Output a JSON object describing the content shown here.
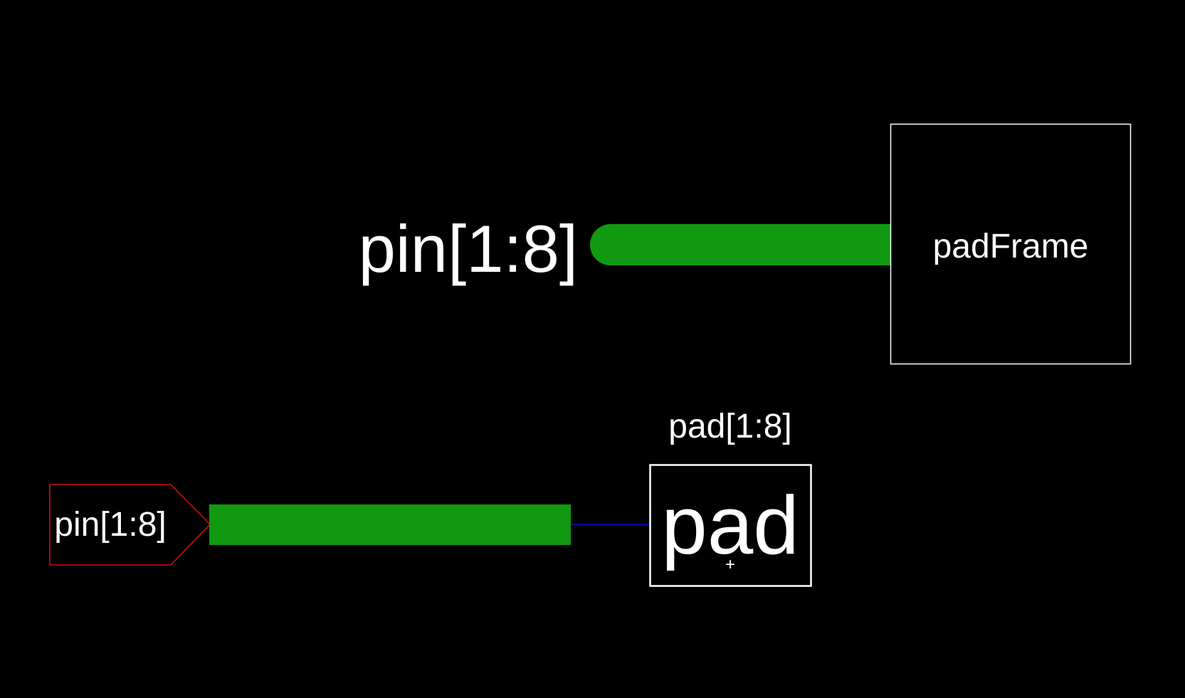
{
  "schematic": {
    "background_color": "#000000",
    "colors": {
      "symbol_outline": "#ffffff",
      "text": "#ffffff",
      "bus_fill": "#119911",
      "pin_outline": "#cc1111",
      "wire": "#1111cc"
    },
    "top_net_label": "pin[1:8]",
    "pad_frame": {
      "label": "padFrame"
    },
    "io_pin": {
      "label": "pin[1:8]"
    },
    "pad_instance": {
      "instance_label": "pad[1:8]",
      "symbol_label": "pad",
      "origin_marker": "+"
    }
  }
}
